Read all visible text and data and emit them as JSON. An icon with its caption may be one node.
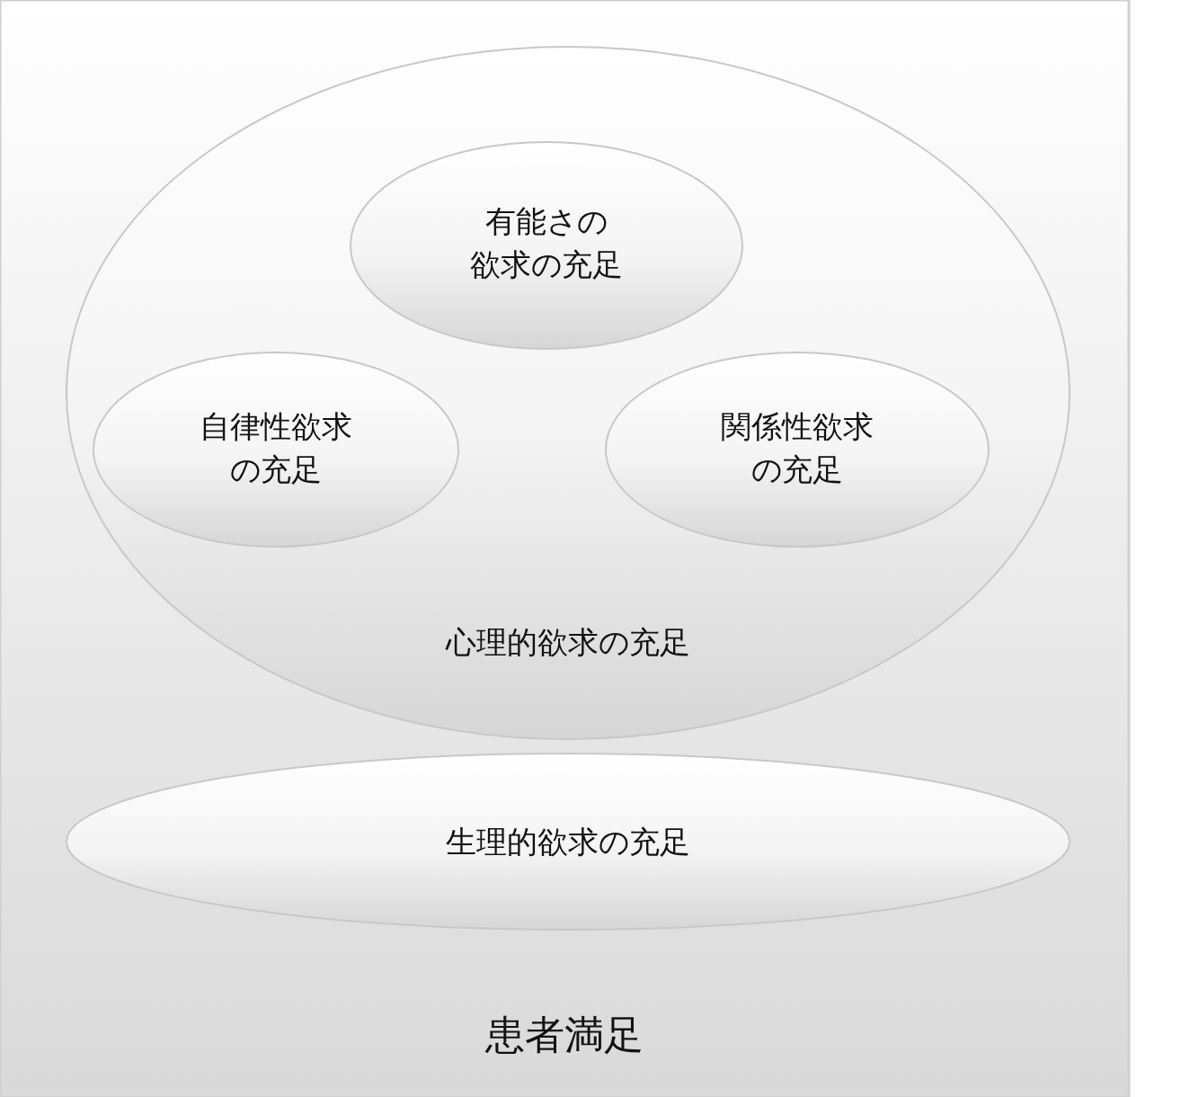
{
  "diagram": {
    "nodes": [
      {
        "text": [
          "患者満足"
        ]
      },
      {
        "text": [
          "心理的欲求の充足"
        ],
        "in": 0
      },
      {
        "text": [
          "有能さの欲求の充足"
        ],
        "in": 1
      },
      {
        "text": [
          "自律性欲求の充足"
        ],
        "in": 1
      },
      {
        "text": [
          "関係性欲求の充足"
        ],
        "in": 1
      },
      {
        "text": [
          "生理的欲求の充足"
        ],
        "in": 0
      }
    ]
  }
}
